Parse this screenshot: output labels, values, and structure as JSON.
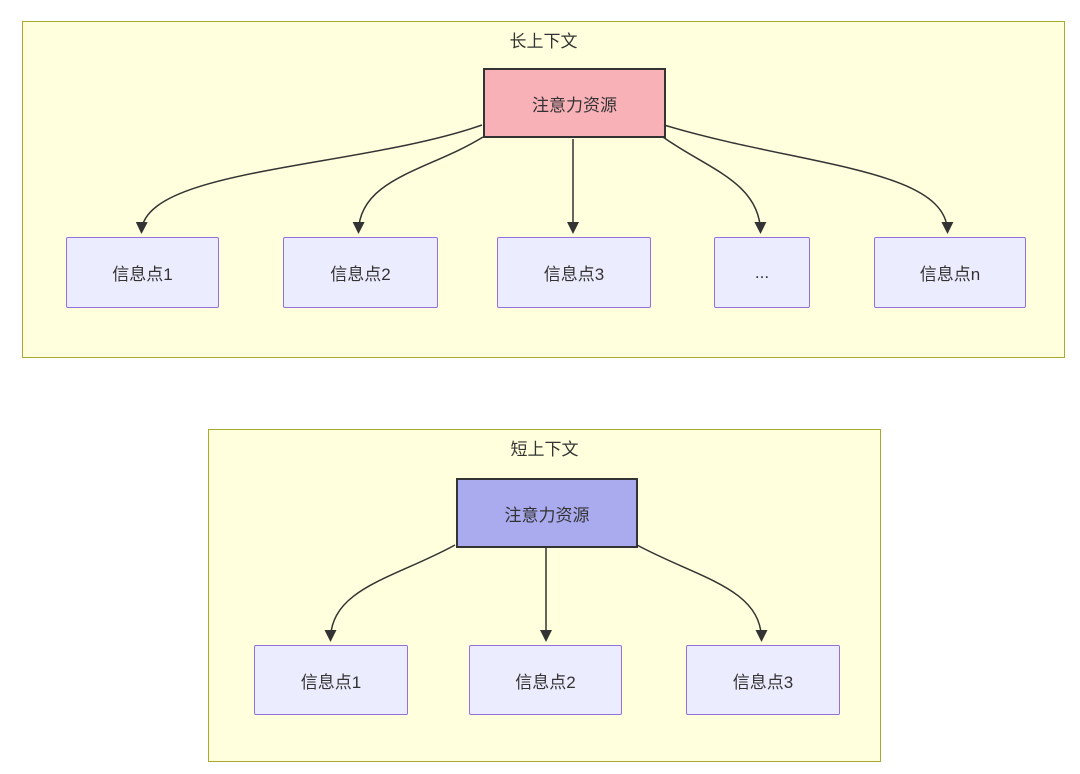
{
  "colors": {
    "container_fill": "#ffffde",
    "container_border": "#aaaa33",
    "long_root_fill": "#f9b1b8",
    "short_root_fill": "#aaaaee",
    "node_fill": "#ececff",
    "node_border": "#9370db",
    "root_border": "#333333",
    "arrow_color": "#333333",
    "text_color": "#333333"
  },
  "long": {
    "title": "长上下文",
    "root": "注意力资源",
    "children": [
      "信息点1",
      "信息点2",
      "信息点3",
      "...",
      "信息点n"
    ]
  },
  "short": {
    "title": "短上下文",
    "root": "注意力资源",
    "children": [
      "信息点1",
      "信息点2",
      "信息点3"
    ]
  }
}
